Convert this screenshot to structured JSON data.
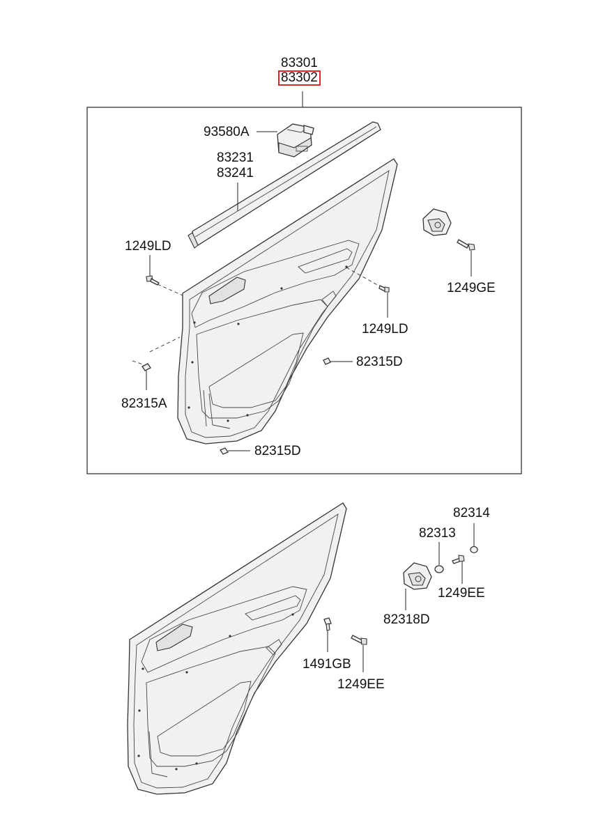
{
  "parts": {
    "p83301": "83301",
    "p83302": "83302",
    "p93580A": "93580A",
    "p83231": "83231",
    "p83241": "83241",
    "p1249LD_left": "1249LD",
    "p1249LD_right": "1249LD",
    "p1249GE": "1249GE",
    "p82315D_upper": "82315D",
    "p82315A": "82315A",
    "p82315D_lower": "82315D",
    "p82314": "82314",
    "p82313": "82313",
    "p1249EE_right": "1249EE",
    "p82318D": "82318D",
    "p1491GB": "1491GB",
    "p1249EE_bottom": "1249EE"
  },
  "highlight": {
    "part": "83302",
    "color": "#d62a2a"
  }
}
